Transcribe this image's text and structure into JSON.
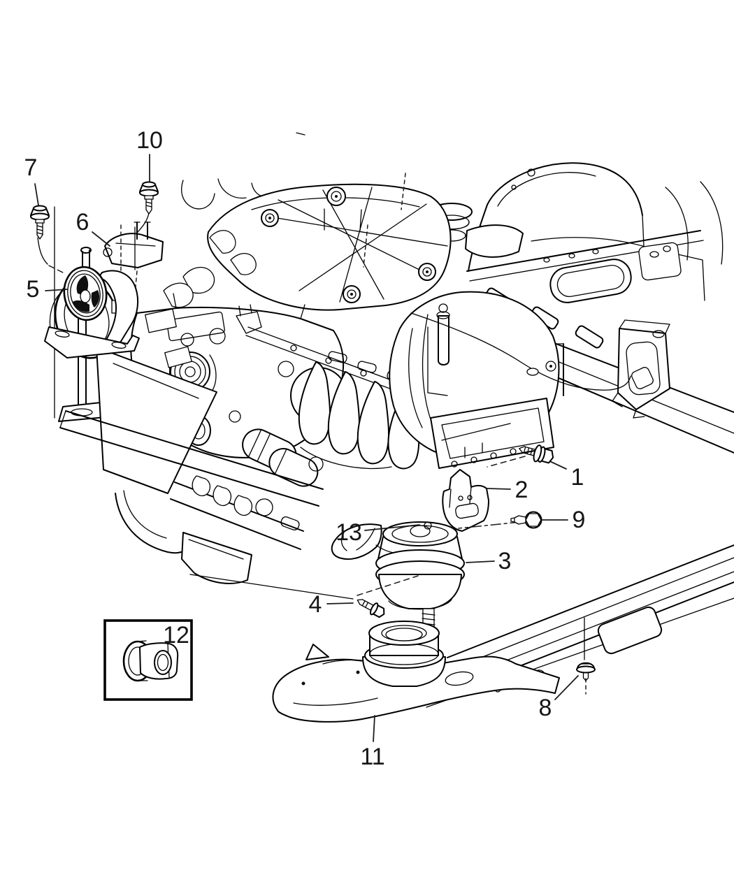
{
  "figure": {
    "kind": "exploded-parts-line-diagram",
    "background_color": "#ffffff",
    "line_color": "#000000"
  },
  "callouts": [
    {
      "label": "1"
    },
    {
      "label": "2"
    },
    {
      "label": "3"
    },
    {
      "label": "4"
    },
    {
      "label": "5"
    },
    {
      "label": "6"
    },
    {
      "label": "7"
    },
    {
      "label": "8"
    },
    {
      "label": "9"
    },
    {
      "label": "10"
    },
    {
      "label": "11"
    },
    {
      "label": "12"
    },
    {
      "label": "13"
    }
  ]
}
